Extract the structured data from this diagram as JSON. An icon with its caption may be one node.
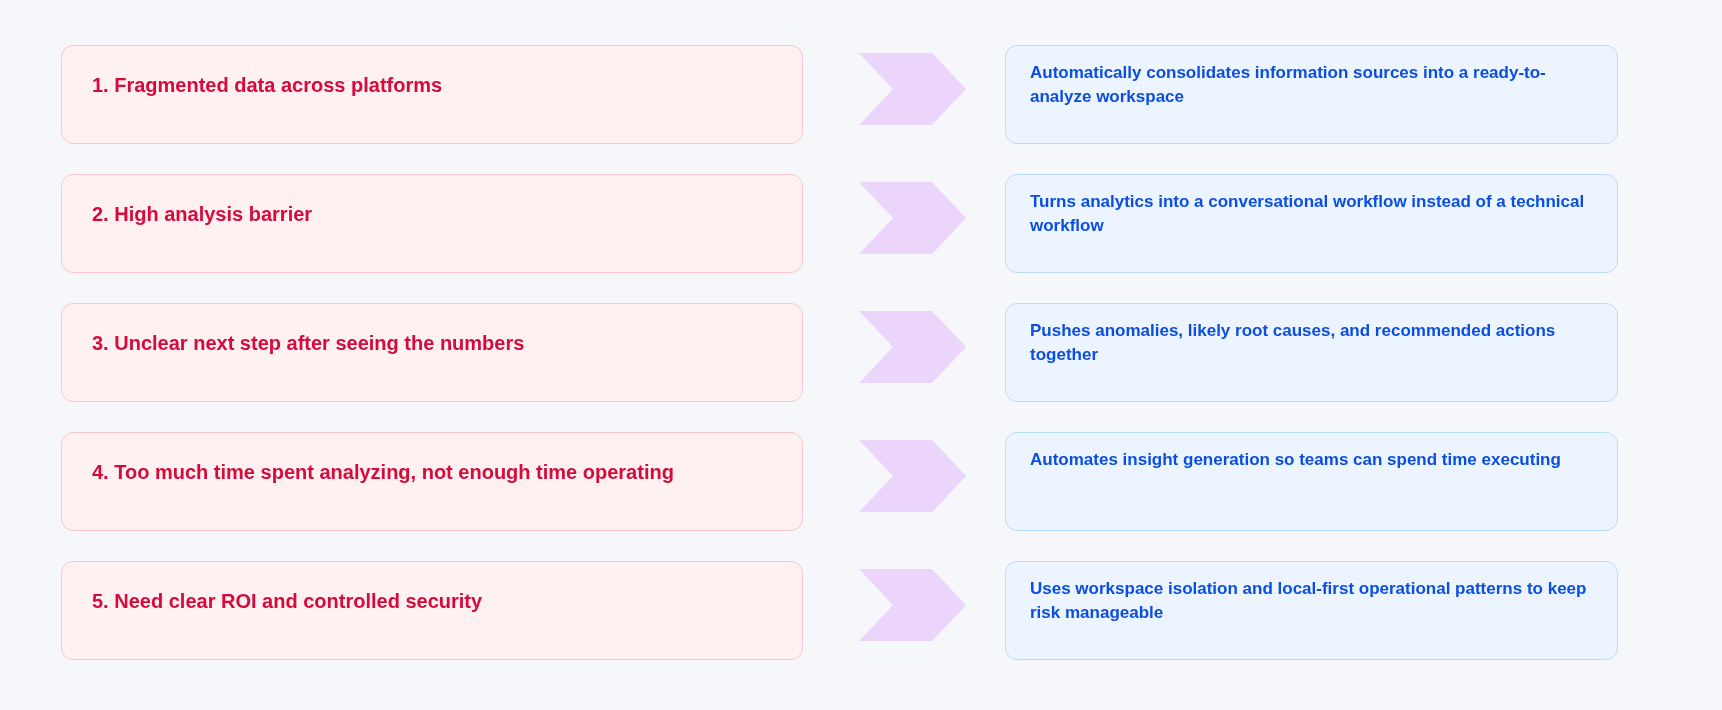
{
  "diagram": {
    "nodes": [
      {
        "text": [
          "1. Fragmented data across platforms"
        ]
      },
      {
        "text": [
          "Automatically consolidates information sources into a ready-to-analyze workspace"
        ]
      },
      {
        "text": [
          "2. High analysis barrier"
        ]
      },
      {
        "text": [
          "Turns analytics into a conversational workflow instead of a technical workflow"
        ]
      },
      {
        "text": [
          "3. Unclear next step after seeing the numbers"
        ]
      },
      {
        "text": [
          "Pushes anomalies, likely root causes, and recommended actions together"
        ]
      },
      {
        "text": [
          "4. Too much time spent analyzing, not enough time operating"
        ]
      },
      {
        "text": [
          "Automates insight generation so teams can spend time executing"
        ]
      },
      {
        "text": [
          "5. Need clear ROI and controlled security"
        ]
      },
      {
        "text": [
          "Uses workspace isolation and local-first operational patterns to keep risk manageable"
        ]
      }
    ],
    "edges": [
      {
        "from": 0,
        "to": 1,
        "arrow": "to"
      },
      {
        "from": 2,
        "to": 3,
        "arrow": "to"
      },
      {
        "from": 4,
        "to": 5,
        "arrow": "to"
      },
      {
        "from": 6,
        "to": 7,
        "arrow": "to"
      },
      {
        "from": 8,
        "to": 9,
        "arrow": "to"
      }
    ]
  }
}
